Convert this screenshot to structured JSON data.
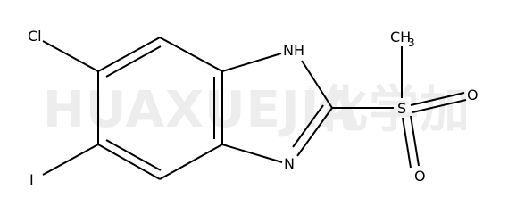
{
  "watermark": {
    "latin": "HUAXUEJIA",
    "registered": "®",
    "cjk": "化学加"
  },
  "molecule": {
    "atoms": {
      "chlorine": "Cl",
      "iodine": "I",
      "nh_n": "N",
      "nh_h": "H",
      "imine_n": "N",
      "sulfur": "S",
      "oxygen_upper": "O",
      "oxygen_lower": "O",
      "methyl_c": "CH",
      "methyl_sub": "3"
    }
  }
}
